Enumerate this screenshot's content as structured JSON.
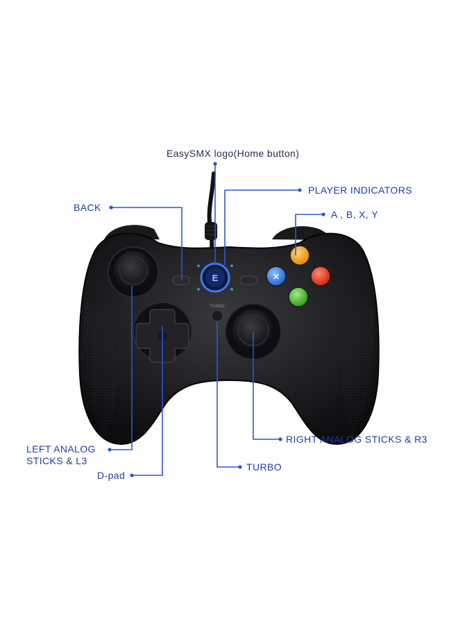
{
  "labels": {
    "home": "EasySMX logo(Home button)",
    "player_indicators": "PLAYER INDICATORS",
    "back": "BACK",
    "abxy": "A , B,  X, Y",
    "left_analog_line1": "LEFT ANALOG",
    "left_analog_line2": "STICKS & L3",
    "right_analog": "RIGHT ANALOG  STICKS & R3",
    "dpad": "D-pad",
    "turbo": "TURBO"
  },
  "device": {
    "small_button_text": "TURBO"
  },
  "colors": {
    "background": "#ffffff",
    "label_blue": "#1b3fa6",
    "leader_line": "#2b55d6",
    "controller_body": "#1c1c1e",
    "button_a": "#3fae2a",
    "button_b": "#e8331c",
    "button_x": "#2b78e0",
    "button_y": "#f29a12",
    "home_ring": "#3b7bff"
  }
}
